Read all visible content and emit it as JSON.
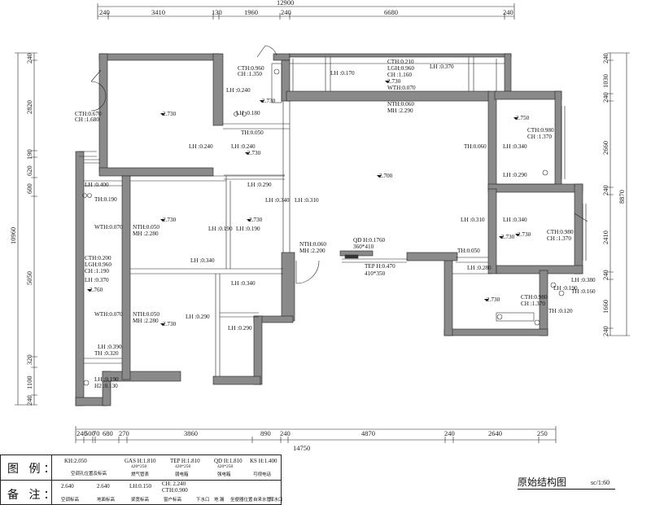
{
  "dims": {
    "top_total": "12900",
    "top": [
      "240",
      "3410",
      "130",
      "1960",
      "240",
      "6680",
      "240"
    ],
    "bottom_total": "14750",
    "bottom": [
      "240",
      "500",
      "70",
      "680",
      "270",
      "3860",
      "890",
      "240",
      "4870",
      "240",
      "2640",
      "250"
    ],
    "left_total": "10960",
    "left": [
      "240",
      "2820",
      "190",
      "620",
      "600",
      "5050",
      "320",
      "1100",
      "240"
    ],
    "right_total": "8870",
    "right": [
      "240",
      "1030",
      "240",
      "2660",
      "240",
      "2410",
      "240",
      "1660",
      "240"
    ]
  },
  "labels": {
    "l01": "CTH:0.960",
    "l02": "CH :1.350",
    "l03": "LH :0.240",
    "l04": "LH :0.180",
    "l05": "CTH:0.670",
    "l06": "CH :1.680",
    "l07": "2.730",
    "l08": "LH :0.170",
    "l09": "CTH:0.210",
    "l10": "LGH:0.960",
    "l11": "CH :1.160",
    "l12": "2.730",
    "l13": "WTH:0.070",
    "l14": "LH :0.370",
    "l15": "NTH:0.060",
    "l16": "MH :2.290",
    "l17": "2.730",
    "l18": "TH:0.050",
    "l19": "LH :0.240",
    "l20": "LH :0.240",
    "l21": "2.730",
    "l22": "2.750",
    "l23": "CTH:0.980",
    "l24": "CH :1.370",
    "l25": "TH:0.060",
    "l26": "LH :0.340",
    "l27": "2.700",
    "l28": "LH :0.290",
    "l29": "LH :0.400",
    "l30": "TH:0.190",
    "l31": "LH :0.290",
    "l32": "LH :0.340",
    "l33": "LH :0.310",
    "l34": "2.730",
    "l35": "LH :0.310",
    "l36": "LH :0.340",
    "l37": "WTH:0.070",
    "l38": "NTH:0.050",
    "l39": "MH :2.280",
    "l40": "2.730",
    "l41": "LH :0.190",
    "l42": "LH :0.190",
    "l43": "2.730",
    "l44": "CTH:0.980",
    "l45": "CH :1.370",
    "l46": "2.730",
    "l47": "NTH:0.060",
    "l48": "MH :2.200",
    "l49": "QD H:0.1760",
    "l50": "360*410",
    "l51": "TEP H:0.470",
    "l52": "410*350",
    "l53": "TH:0.050",
    "l54": "LH :0.280",
    "l55": "CTH:0.200",
    "l56": "LGH:0.960",
    "l57": "CH :1.190",
    "l58": "LH :0.340",
    "l59": "LH :0.370",
    "l60": "2.760",
    "l61": "LH :0.340",
    "l62": "LH :0.380",
    "l63": "TH :0.160",
    "l64": "LH :0.190",
    "l65": "2.730",
    "l66": "CTH:0.980",
    "l67": "CH :1.370",
    "l68": "TH :0.120",
    "l69": "WTH:0.070",
    "l70": "NTH:0.050",
    "l71": "MH :2.280",
    "l72": "2.730",
    "l73": "LH :0.290",
    "l74": "LH :0.290",
    "l75": "LH :0.390",
    "l76": "TH :0.320",
    "l77": "LH :0.190",
    "l78": "H2 :0.130"
  },
  "legend": {
    "title1": "图 例：",
    "title2": "备 注：",
    "kh": "KH:2.050",
    "gas": "GAS H:1.810",
    "gas_size": "420*250",
    "gas_name": "燃气管表",
    "tep": "TEP H:1.810",
    "tep_size": "420*250",
    "tep_name": "弱电箱",
    "qd": "QD H:1.810",
    "qd_size": "420*250",
    "qd_name": "强电箱",
    "ks": "KS H:1.400",
    "ks_name": "可视电话",
    "kh_name": "空调孔位置及标高",
    "h1": "2.640",
    "h1_name": "空调标高",
    "h2": "2.640",
    "h2_name": "地面标高",
    "lh": "LH:0.150",
    "lh_name": "梁宽标高",
    "ch": "CH: 2.240",
    "cth": "CTH:0.900",
    "ch_name": "窗户标高",
    "sym1": "下水口",
    "sym2": "地 漏",
    "sym3": "坐便器位置",
    "sym4": "自来水管",
    "sym5": "煤水口"
  },
  "sheet": {
    "title": "原始结构图",
    "scale": "sc/1:60"
  }
}
